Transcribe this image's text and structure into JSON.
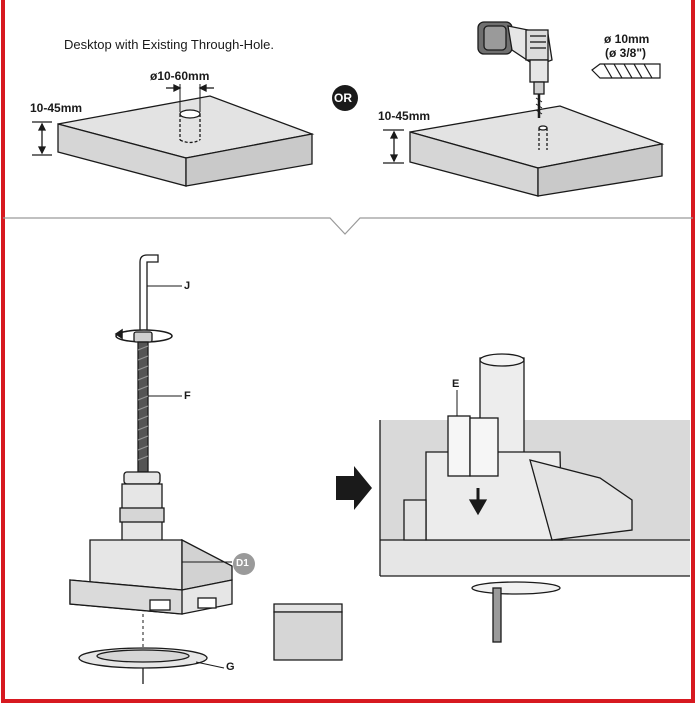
{
  "top_left": {
    "title": "Desktop with Existing Through-Hole.",
    "hole_diameter": "ø10-60mm",
    "thickness": "10-45mm"
  },
  "or_badge": "OR",
  "top_right": {
    "drill_diameter_mm": "ø 10mm",
    "drill_diameter_in": "(ø 3/8\")",
    "thickness": "10-45mm"
  },
  "part_labels": {
    "J": "J",
    "F": "F",
    "D1": "D1",
    "G": "G",
    "E": "E"
  },
  "colors": {
    "border": "#d71920",
    "desk_fill": "#e3e3e3",
    "desk_side": "#d0d0d0",
    "line": "#1a1a1a",
    "badge": "#1a1a1a",
    "badge_light": "#9a9a9a"
  }
}
